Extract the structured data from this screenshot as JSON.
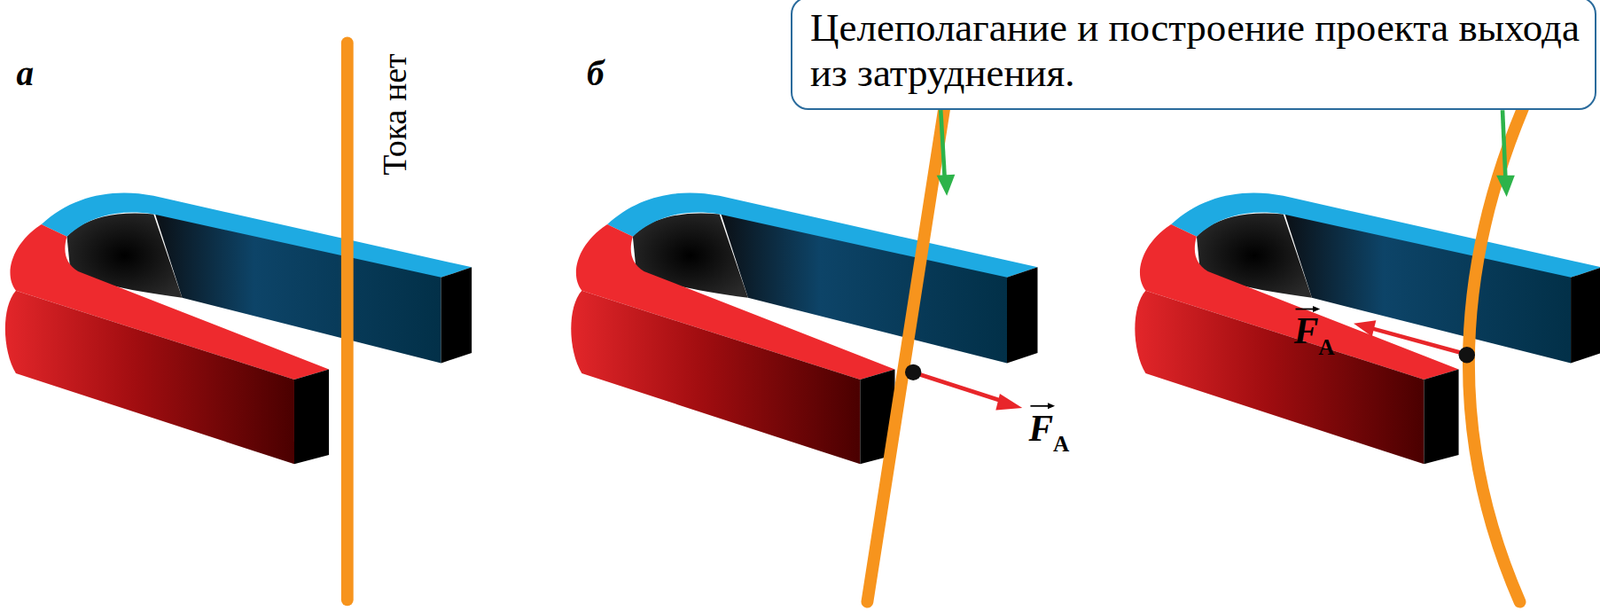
{
  "diagram": {
    "nodes": [
      {
        "text": [
          "Целеполагание и построение проекта выхода из затруднения."
        ]
      }
    ],
    "labels": [
      "а",
      "б",
      "Тока нет",
      "F",
      "A",
      "F",
      "A"
    ]
  }
}
